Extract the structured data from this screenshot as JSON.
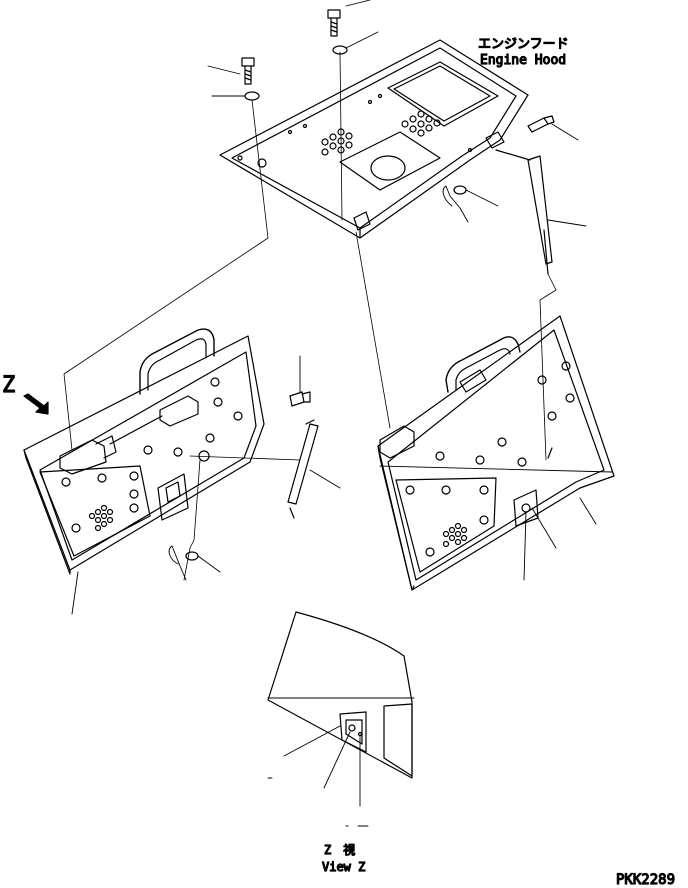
{
  "labels": {
    "hood_jp": "エンジンフード",
    "hood_en": "Engine Hood",
    "z_marker": "Z",
    "view_jp": "Z　視",
    "view_en": "View Z",
    "drawing_code": "PKK2289"
  }
}
